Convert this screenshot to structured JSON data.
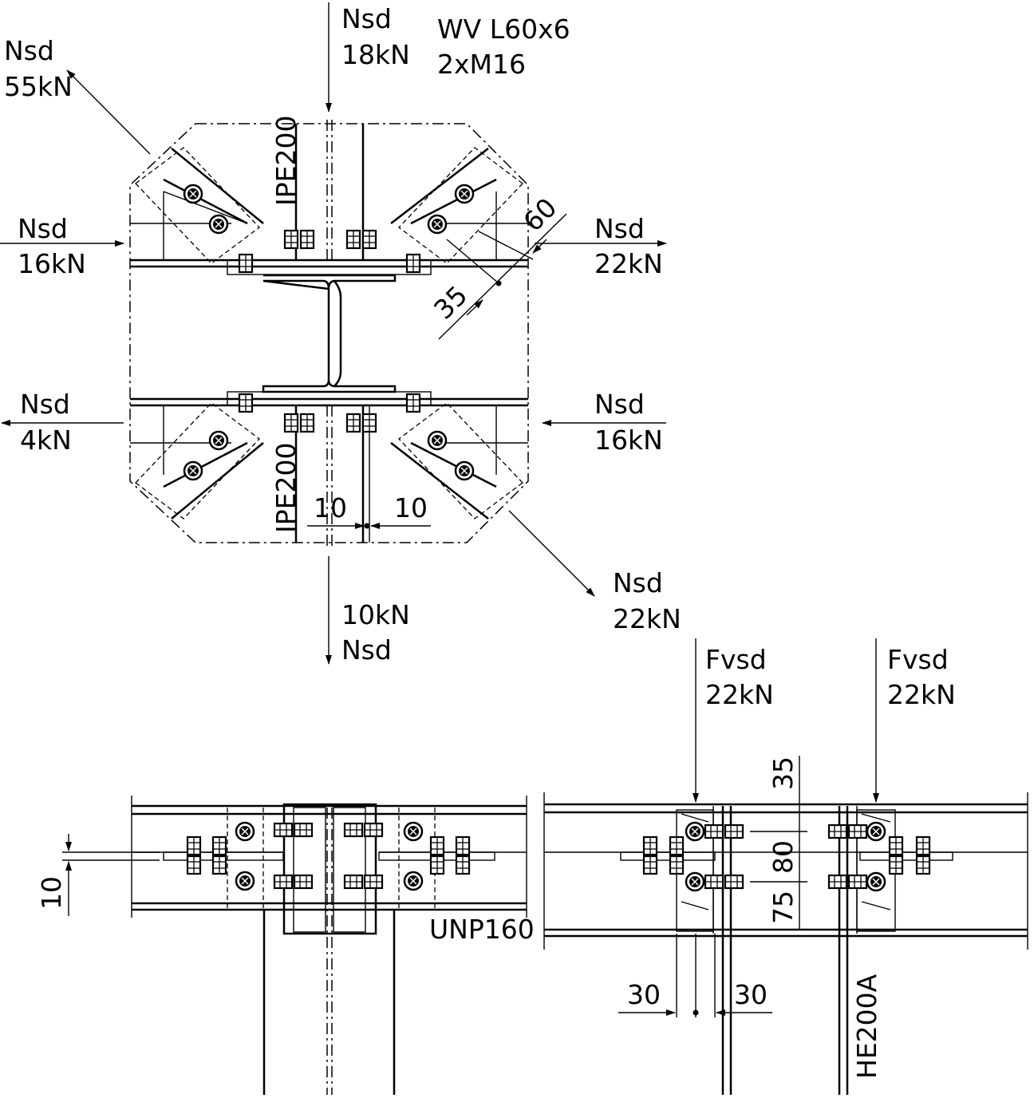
{
  "forces": {
    "top": {
      "label": "Nsd",
      "value": "18kN"
    },
    "upper_left_diag": {
      "label": "Nsd",
      "value": "55kN"
    },
    "left_upper": {
      "label": "Nsd",
      "value": "16kN"
    },
    "left_lower": {
      "label": "Nsd",
      "value": "4kN"
    },
    "right_upper": {
      "label": "Nsd",
      "value": "22kN"
    },
    "right_lower": {
      "label": "Nsd",
      "value": "16kN"
    },
    "lower_right_diag": {
      "label": "Nsd",
      "value": "22kN"
    },
    "bottom": {
      "label": "Nsd",
      "value": "10kN"
    },
    "shear_left": {
      "label": "Fvsd",
      "value": "22kN"
    },
    "shear_right": {
      "label": "Fvsd",
      "value": "22kN"
    }
  },
  "notes": {
    "bracing_line1": "WV L60x6",
    "bracing_line2": "2xM16"
  },
  "profiles": {
    "column_top": "IPE200",
    "column_bottom": "IPE200",
    "channel": "UNP160",
    "column_section": "HE200A"
  },
  "dimensions": {
    "edge_60": "60",
    "edge_35": "35",
    "gap_left": "10",
    "gap_right": "10",
    "ecc_10": "10",
    "d_35": "35",
    "d_80": "80",
    "d_75": "75",
    "d_30a": "30",
    "d_30b": "30"
  }
}
